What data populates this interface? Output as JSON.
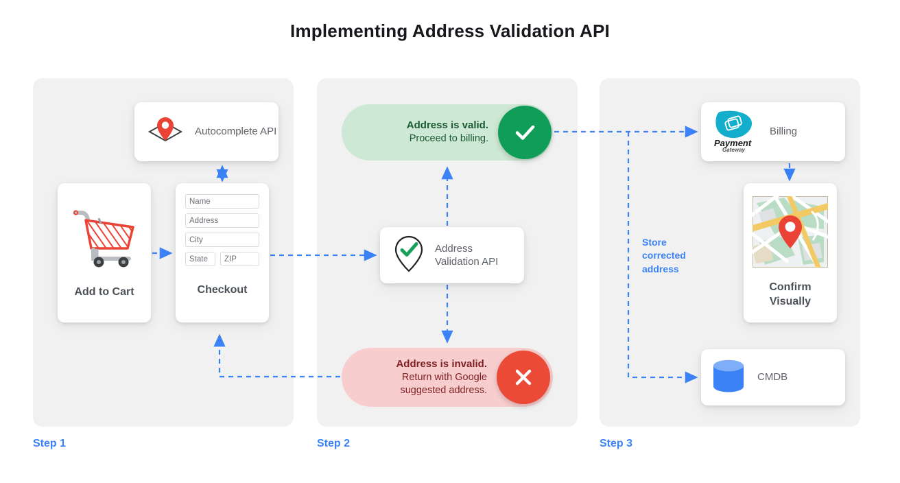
{
  "page": {
    "title": "Implementing Address Validation API",
    "background": "#ffffff",
    "accent_blue": "#3b82f6",
    "panel_bg": "#f1f1f1"
  },
  "steps": [
    {
      "id": "step1",
      "label": "Step 1"
    },
    {
      "id": "step2",
      "label": "Step 2"
    },
    {
      "id": "step3",
      "label": "Step 3"
    }
  ],
  "step1": {
    "autocomplete_card": {
      "label": "Autocomplete API",
      "icon": "map-pin-on-map-icon"
    },
    "add_to_cart_card": {
      "label": "Add to Cart",
      "icon": "shopping-cart-icon"
    },
    "checkout_card": {
      "title": "Checkout",
      "fields": [
        {
          "name": "name",
          "placeholder": "Name"
        },
        {
          "name": "address",
          "placeholder": "Address"
        },
        {
          "name": "city",
          "placeholder": "City"
        },
        {
          "name": "state",
          "placeholder": "State"
        },
        {
          "name": "zip",
          "placeholder": "ZIP"
        }
      ]
    }
  },
  "step2": {
    "valid_pill": {
      "headline": "Address is valid.",
      "detail": "Proceed to billing.",
      "badge_icon": "check-icon",
      "bg_color": "#cde8d4",
      "badge_color": "#0f9d58"
    },
    "invalid_pill": {
      "headline": "Address is invalid.",
      "detail_line1": "Return with Google",
      "detail_line2": "suggested address.",
      "badge_icon": "close-icon",
      "bg_color": "#f8cdcd",
      "badge_color": "#ea4a36"
    },
    "validation_card": {
      "label_line1": "Address",
      "label_line2": "Validation API",
      "icon": "map-pin-check-icon"
    }
  },
  "step3": {
    "billing_card": {
      "label": "Billing",
      "icon": "payment-gateway-logo",
      "logo_primary_text": "Payment",
      "logo_secondary_text": "Gateway",
      "logo_color": "#14aecd"
    },
    "confirm_card": {
      "label_line1": "Confirm",
      "label_line2": "Visually",
      "icon": "map-thumbnail-icon"
    },
    "cmdb_card": {
      "label": "CMDB",
      "icon": "database-cylinder-icon",
      "icon_color": "#3b82f6"
    },
    "store_note": {
      "line1": "Store",
      "line2": "corrected",
      "line3": "address"
    }
  },
  "connectors": [
    {
      "name": "cart-to-checkout",
      "from": "add-to-cart",
      "to": "checkout",
      "direction": "right",
      "style": "dashed"
    },
    {
      "name": "autocomplete-checkout-bidirectional",
      "from": "checkout",
      "to": "autocomplete-api",
      "direction": "both-vertical",
      "style": "dashed"
    },
    {
      "name": "checkout-to-validation",
      "from": "checkout",
      "to": "address-validation-api",
      "direction": "right",
      "style": "dashed"
    },
    {
      "name": "validation-to-valid",
      "from": "address-validation-api",
      "to": "valid-pill",
      "direction": "up",
      "style": "dashed"
    },
    {
      "name": "validation-to-invalid",
      "from": "address-validation-api",
      "to": "invalid-pill",
      "direction": "down",
      "style": "dashed"
    },
    {
      "name": "invalid-back-to-checkout",
      "from": "invalid-pill",
      "to": "checkout",
      "direction": "left-up",
      "style": "dashed"
    },
    {
      "name": "valid-to-billing",
      "from": "valid-pill",
      "to": "billing",
      "direction": "right",
      "style": "dashed"
    },
    {
      "name": "billing-to-confirm",
      "from": "billing",
      "to": "confirm-visually",
      "direction": "down",
      "style": "dashed"
    },
    {
      "name": "store-to-cmdb",
      "from": "valid-branch",
      "to": "cmdb",
      "direction": "down-right",
      "style": "dashed"
    }
  ]
}
